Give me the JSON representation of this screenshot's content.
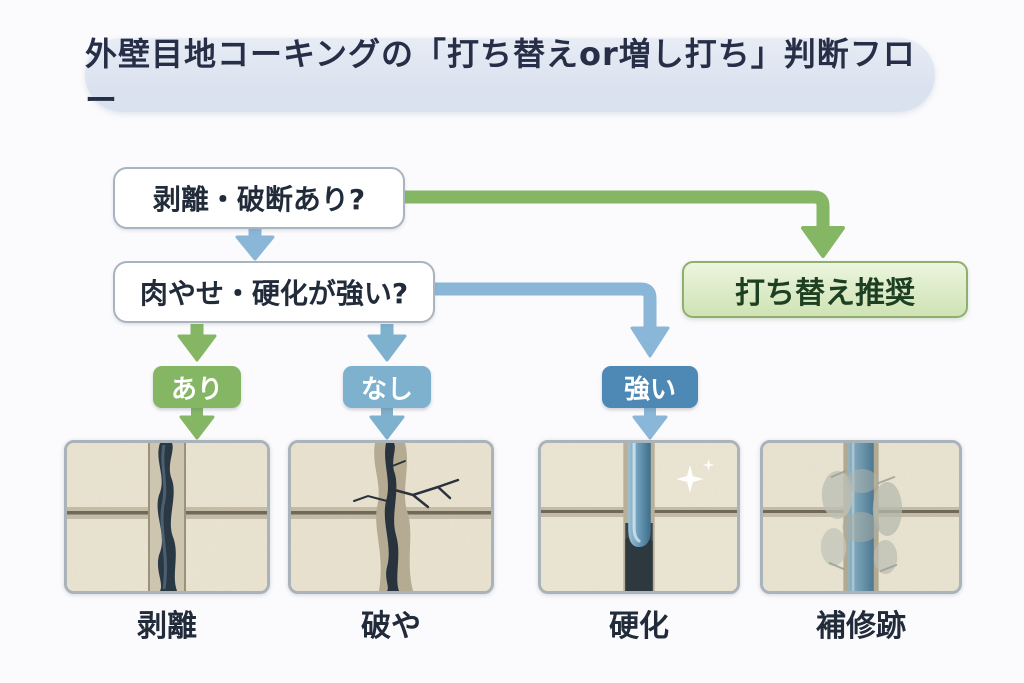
{
  "title": "外壁目地コーキングの「打ち替えor増し打ち」判断フロー",
  "flow": {
    "question1": "剥離・破断あり?",
    "question2": "肉やせ・硬化が強い?",
    "result": "打ち替え推奨",
    "branch_yes": "あり",
    "branch_no": "なし",
    "branch_strong": "強い"
  },
  "photos": [
    {
      "caption": "剥離"
    },
    {
      "caption": "破や"
    },
    {
      "caption": "硬化"
    },
    {
      "caption": "補修跡"
    }
  ],
  "icons": {
    "arrow_down": "arrow-down-icon",
    "arrow_elbow_green": "elbow-arrow-icon",
    "arrow_elbow_blue": "elbow-arrow-icon",
    "sparkle": "sparkle-icon"
  },
  "colors": {
    "bg": "#fbfbfd",
    "title_bg": "#dbe2ef",
    "title_text": "#262f47",
    "box_border": "#a9b4c1",
    "text_dark": "#212b3a",
    "accent_green": "#85b663",
    "accent_blue": "#7db1cd",
    "accent_blue_dark": "#4e88b5",
    "arrow_blue_light": "#8ab6d8",
    "result_bg": "#cfe3b4",
    "result_border": "#8fae70",
    "result_text": "#1e4022"
  }
}
